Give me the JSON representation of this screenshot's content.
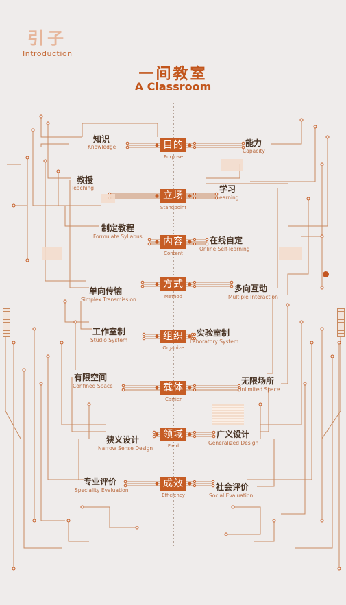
{
  "intro": {
    "cn": "引子",
    "en": "Introduction"
  },
  "title": {
    "cn": "一间教室",
    "en": "A Classroom"
  },
  "center_nodes": [
    {
      "cn": "目的",
      "en": "Purpose"
    },
    {
      "cn": "立场",
      "en": "Standpoint"
    },
    {
      "cn": "内容",
      "en": "Content"
    },
    {
      "cn": "方式",
      "en": "Method"
    },
    {
      "cn": "组织",
      "en": "Organize"
    },
    {
      "cn": "载体",
      "en": "Carrier"
    },
    {
      "cn": "领域",
      "en": "Field"
    },
    {
      "cn": "成效",
      "en": "Efficiency"
    }
  ],
  "left_nodes": [
    {
      "cn": "知识",
      "en": "Knowledge"
    },
    {
      "cn": "教授",
      "en": "Teaching"
    },
    {
      "cn": "制定教程",
      "en": "Formulate Syllabus"
    },
    {
      "cn": "单向传输",
      "en": "Simplex Transmission"
    },
    {
      "cn": "工作室制",
      "en": "Studio System"
    },
    {
      "cn": "有限空间",
      "en": "Confined Space"
    },
    {
      "cn": "狭义设计",
      "en": "Narrow Sense Design"
    },
    {
      "cn": "专业评价",
      "en": "Speciality Evaluation"
    }
  ],
  "right_nodes": [
    {
      "cn": "能力",
      "en": "Capacity"
    },
    {
      "cn": "学习",
      "en": "Learning"
    },
    {
      "cn": "在线自定",
      "en": "Online Self-learning"
    },
    {
      "cn": "多向互动",
      "en": "Multiple Interaction"
    },
    {
      "cn": "实验室制",
      "en": "Laboratory System"
    },
    {
      "cn": "无限场所",
      "en": "Unlimited Space"
    },
    {
      "cn": "广义设计",
      "en": "Generalized Design"
    },
    {
      "cn": "社会评价",
      "en": "Social Evaluation"
    }
  ],
  "colors": {
    "accent": "#c65d25",
    "line": "#c98a60",
    "background": "#efeceb"
  }
}
